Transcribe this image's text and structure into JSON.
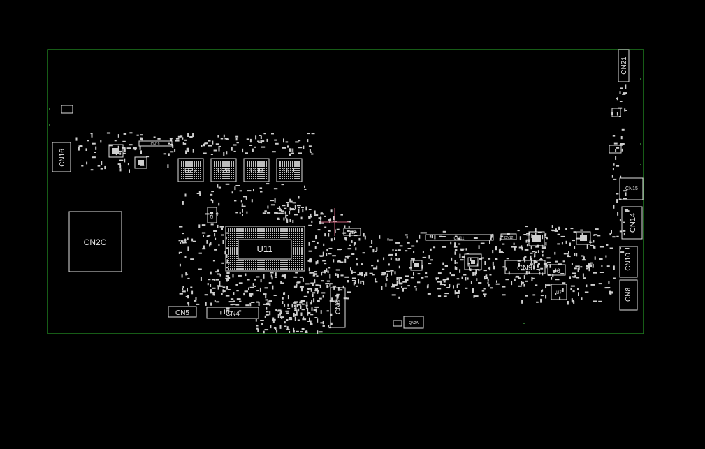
{
  "colors": {
    "background": "#000000",
    "board_edge": "#1f7a1f",
    "silkscreen": "#e6e6e6",
    "pads": "#cfcfcf",
    "cursor": "#c7607a"
  },
  "labels": {
    "cn16": "CN16",
    "cn2c": "CN2C",
    "cn19": "CN19",
    "u27": "U27",
    "u28": "U28",
    "u30": "U30",
    "u31": "U31",
    "cn1": "CN1",
    "u11": "U11",
    "cn5": "CN5",
    "cn4": "CN4",
    "cn6": "CN6",
    "u17": "U17",
    "cn11": "CN11",
    "cn12": "CN12",
    "cn9": "CN9",
    "u6": "U6",
    "u7": "U7",
    "qn2a": "QN2A",
    "cn21": "CN21",
    "cn15": "CN15",
    "cn14": "CN14",
    "cn10": "CN10",
    "cn8": "CN8"
  }
}
